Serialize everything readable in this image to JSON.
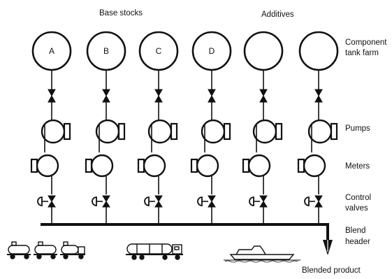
{
  "headings": {
    "base_stocks": "Base stocks",
    "additives": "Additives"
  },
  "tanks": [
    {
      "letter": "A"
    },
    {
      "letter": "B"
    },
    {
      "letter": "C"
    },
    {
      "letter": "D"
    },
    {
      "letter": ""
    },
    {
      "letter": ""
    }
  ],
  "row_labels": {
    "tank_farm": [
      "Component",
      "tank farm"
    ],
    "pumps": "Pumps",
    "meters": "Meters",
    "control_valves": [
      "Control",
      "valves"
    ],
    "blend_header": [
      "Blend",
      "header"
    ]
  },
  "output_label": "Blended product",
  "colors": {
    "line": "#111111",
    "background": "#ffffff"
  }
}
